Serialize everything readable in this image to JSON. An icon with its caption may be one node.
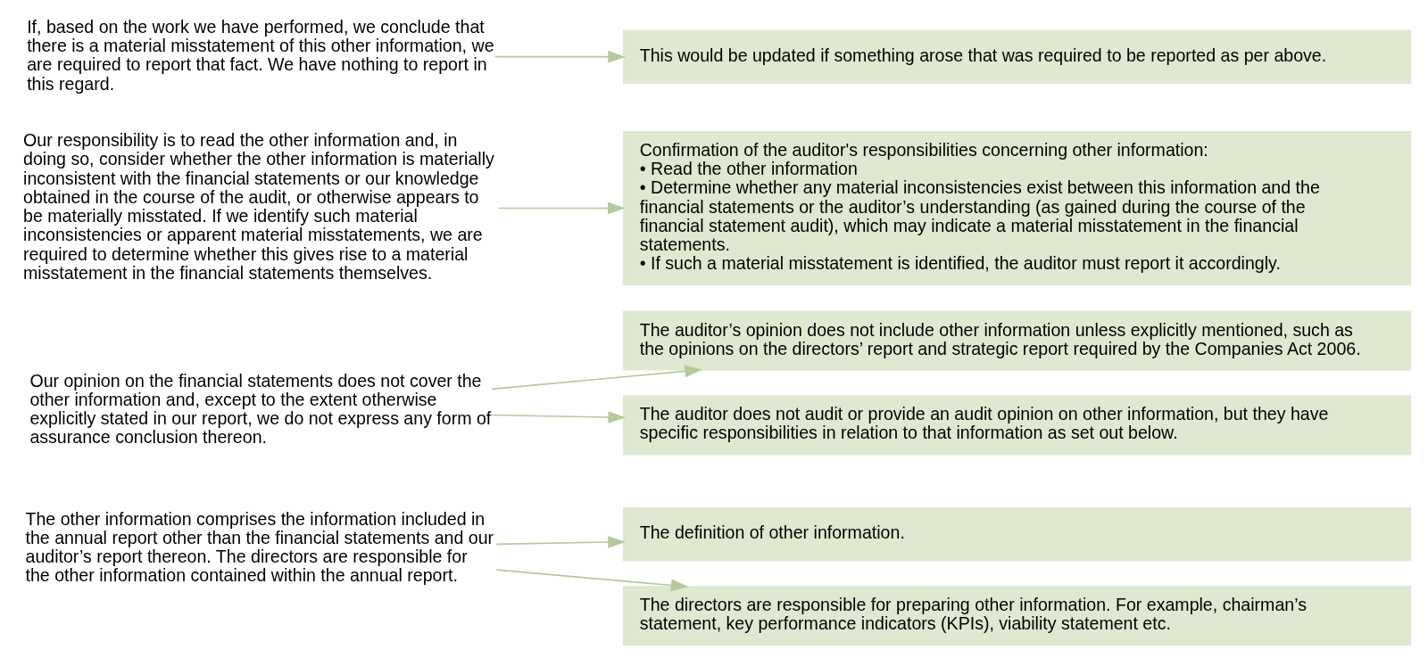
{
  "diagram": {
    "nodes": [
      {
        "text": [
          "The other information comprises the information included in the annual report other than the financial statements and our auditor’s report thereon. The directors are responsible for the other information contained within the annual report."
        ]
      },
      {
        "text": [
          "Our opinion on the financial statements does not cover the other information and, except to the extent otherwise explicitly stated in our report, we do not express any form of assurance conclusion thereon."
        ]
      },
      {
        "text": [
          "Our responsibility is to read the other information and, in doing so, consider whether the other information is materially inconsistent with the financial statements or our knowledge obtained in the course of the audit, or otherwise appears to be materially misstated. If we identify such material inconsistencies or apparent material misstatements, we are required to determine whether this gives rise to a material misstatement in the financial statements themselves."
        ]
      },
      {
        "text": [
          "If, based on the work we have performed, we conclude that there is a material misstatement of this other information, we are required to report that fact. We have nothing to report in this regard."
        ]
      },
      {
        "text": [
          "The definition of other information."
        ]
      },
      {
        "text": [
          "The directors are responsible for preparing other information. For example, chairman’s statement, key performance indicators (KPIs), viability statement etc."
        ]
      },
      {
        "text": [
          "The auditor’s opinion does not include other information unless explicitly mentioned, such as the opinions on the directors’ report and strategic report required by the Companies Act 2006."
        ]
      },
      {
        "text": [
          "The auditor does not audit or provide an audit opinion on other information, but they have specific responsibilities in relation to that information as set out below."
        ]
      },
      {
        "text": [
          "Confirmation of the auditor's responsibilities concerning other information:",
          "• Read the other information",
          "• Determine whether any material inconsistencies exist between this information and the financial statements or the auditor’s understanding (as gained during the course of the financial statement audit), which may indicate a material misstatement in the financial statements.",
          "• If such a material misstatement is identified, the auditor must report it accordingly."
        ]
      },
      {
        "text": [
          "This would be updated if something arose that was required to be reported as per above."
        ]
      }
    ],
    "edges": [
      {
        "from": 0,
        "to": 4,
        "arrow": "to"
      },
      {
        "from": 0,
        "to": 5,
        "arrow": "to"
      },
      {
        "from": 1,
        "to": 6,
        "arrow": "to"
      },
      {
        "from": 1,
        "to": 7,
        "arrow": "to"
      },
      {
        "from": 2,
        "to": 8,
        "arrow": "to"
      },
      {
        "from": 3,
        "to": 9,
        "arrow": "to"
      }
    ]
  }
}
